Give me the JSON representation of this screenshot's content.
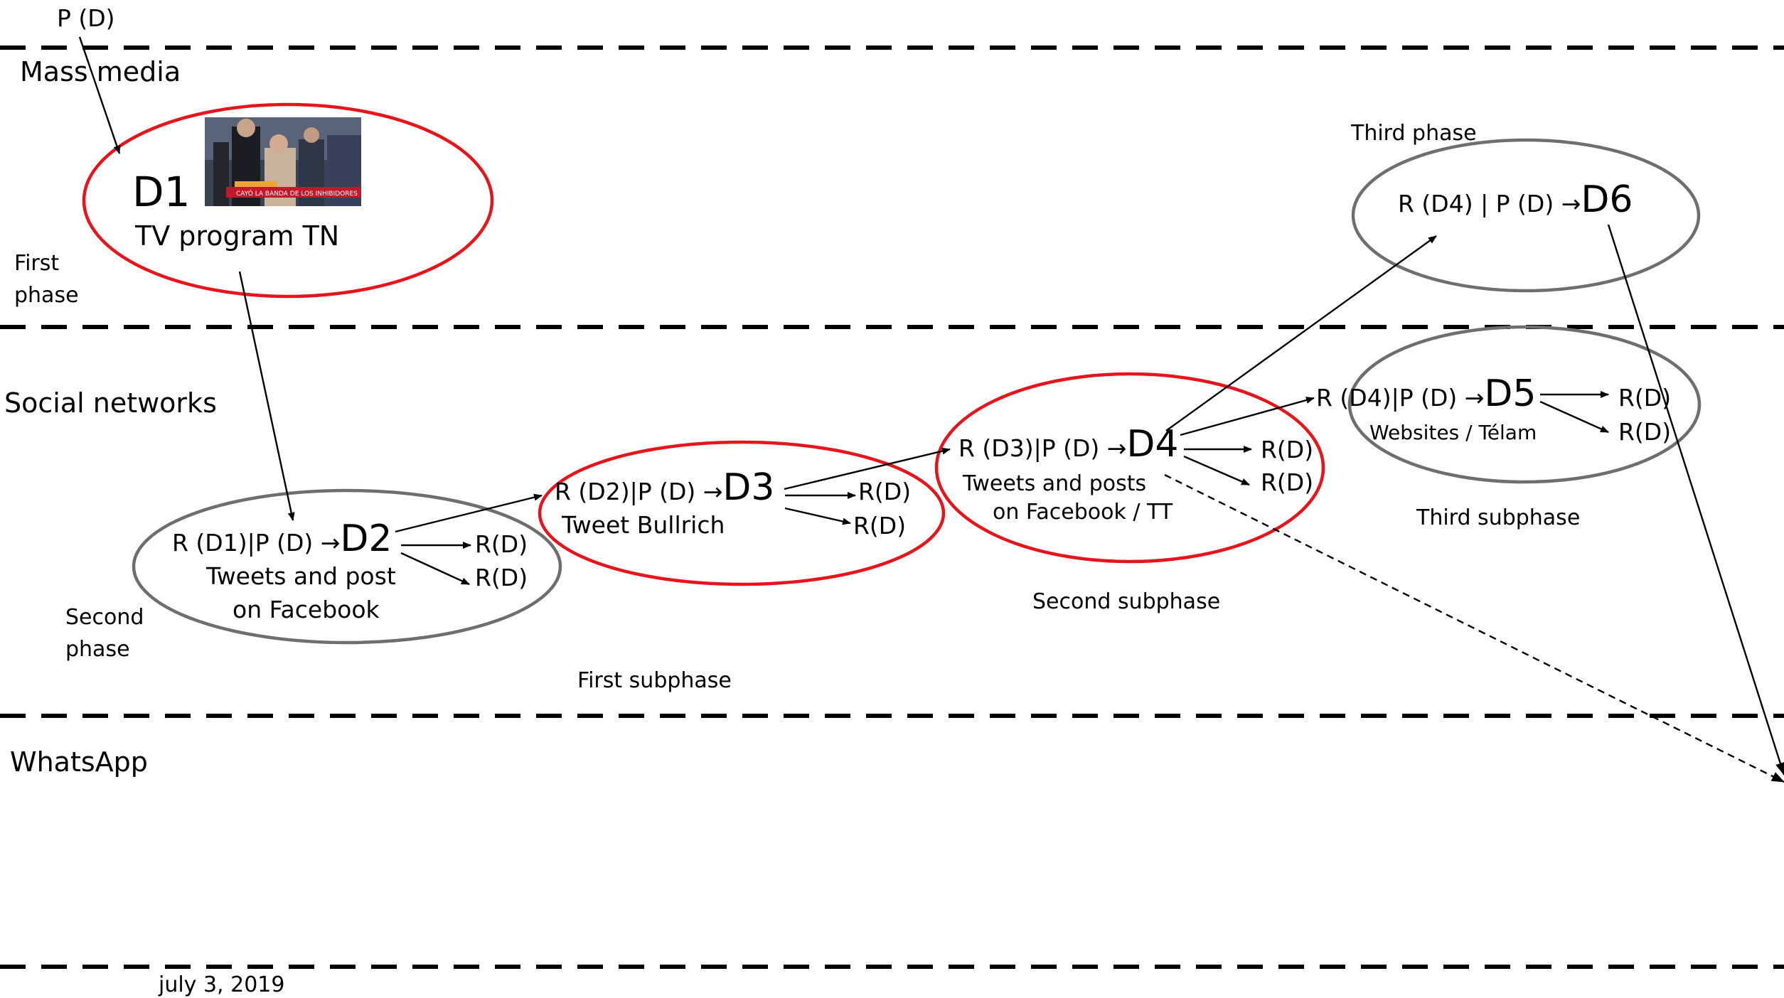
{
  "top_label": "P (D)",
  "lanes": {
    "mass_media": "Mass media",
    "social_networks": "Social networks",
    "whatsapp": "WhatsApp"
  },
  "phases": {
    "first_phase": [
      "First",
      "phase"
    ],
    "second_phase": [
      "Second",
      "phase"
    ],
    "third_phase": "Third phase"
  },
  "subphases": {
    "first": "First subphase",
    "second": "Second subphase",
    "third": "Third subphase"
  },
  "nodes": {
    "d1": {
      "id": "D1",
      "caption": "TV program TN",
      "thumbnail_caption": "CAYÓ LA BANDA DE LOS INHIBIDORES"
    },
    "d2": {
      "formula": "R (D1)|P (D) →",
      "id": "D2",
      "caption": [
        "Tweets and post",
        "on Facebook"
      ],
      "reactions": [
        "R(D)",
        "R(D)"
      ]
    },
    "d3": {
      "formula": "R (D2)|P (D) →",
      "id": "D3",
      "caption": "Tweet Bullrich",
      "reactions": [
        "R(D)",
        "R(D)"
      ]
    },
    "d4": {
      "formula": "R (D3)|P (D) →",
      "id": "D4",
      "caption": [
        "Tweets and posts",
        "on Facebook / TT"
      ],
      "reactions": [
        "R(D)",
        "R(D)"
      ]
    },
    "d5": {
      "formula": "R (D4)|P (D) →",
      "id": "D5",
      "caption": "Websites / Télam",
      "reactions": [
        "R(D)",
        "R(D)"
      ]
    },
    "d6": {
      "formula": "R (D4) | P (D) →",
      "id": "D6"
    }
  },
  "date": "july 3, 2019",
  "colors": {
    "highlight_ellipse": "#e8141b",
    "neutral_ellipse": "#6e6e6e",
    "lines": "#000000"
  }
}
